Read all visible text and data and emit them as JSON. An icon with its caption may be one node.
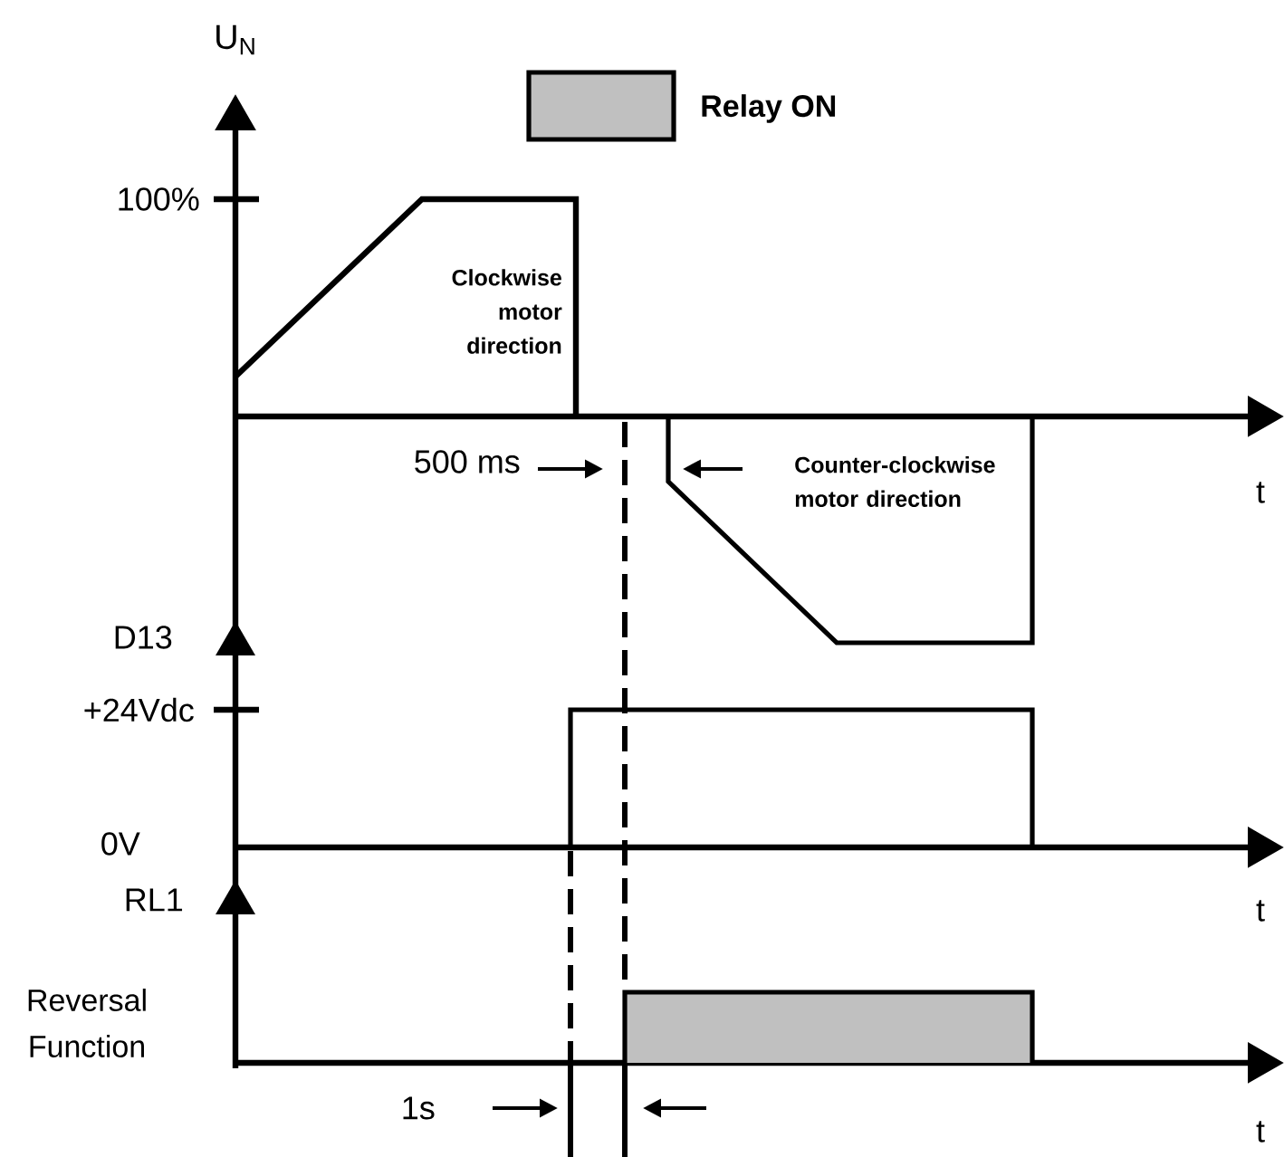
{
  "diagram": {
    "labels": [
      "U$_{N}$",
      "100%",
      "Clockwise motor direction",
      "t",
      "500 ms",
      "Counter-clockwise motor direction",
      "D13",
      "+24Vdc",
      "0V",
      "t",
      "RL1",
      "Reversal Function",
      "1s",
      "t"
    ],
    "legend": [
      {
        "text": "Relay ON",
        "color": "#c0c0c0"
      }
    ]
  }
}
